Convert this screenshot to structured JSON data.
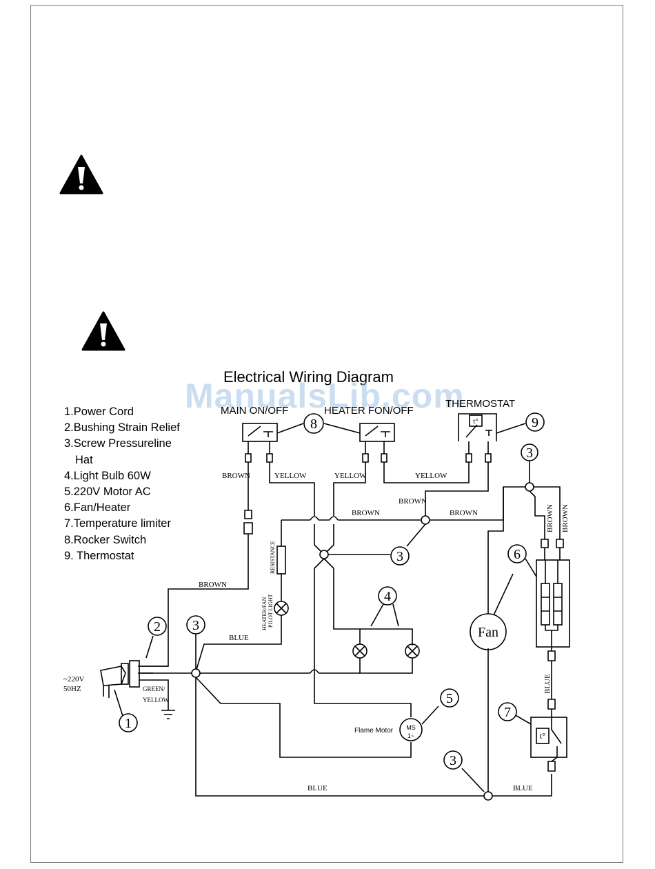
{
  "title": "Electrical Wiring Diagram",
  "watermark": "ManualsLib.com",
  "legend": [
    "1.Power Cord",
    "2.Bushing Strain Relief",
    "3.Screw Pressureline",
    "Hat",
    "4.Light Bulb 60W",
    "5.220V Motor AC",
    "6.Fan/Heater",
    "7.Temperature  limiter",
    "8.Rocker Switch",
    "9. Thermostat"
  ],
  "switch_labels": {
    "main": "MAIN ON/OFF",
    "heater": "HEATER FON/OFF",
    "thermostat": "THERMOSTAT"
  },
  "supply": {
    "voltage": "~220V",
    "freq": "50HZ",
    "earth": "GREEN/",
    "earth2": "YELLOW"
  },
  "wires": {
    "brown": "BROWN",
    "yellow": "YELLOW",
    "blue": "BLUE"
  },
  "components": {
    "resistance": "RESISTANCE",
    "pilot1": "HEATER/FAN",
    "pilot2": "PILOT LIGHT",
    "fan": "Fan",
    "flame_motor": "Flame Motor",
    "motor_symbol": "MS",
    "motor_sub": "1~",
    "thermal_symbol": "t°"
  },
  "callouts": [
    "1",
    "2",
    "3",
    "4",
    "5",
    "6",
    "7",
    "8",
    "9"
  ]
}
